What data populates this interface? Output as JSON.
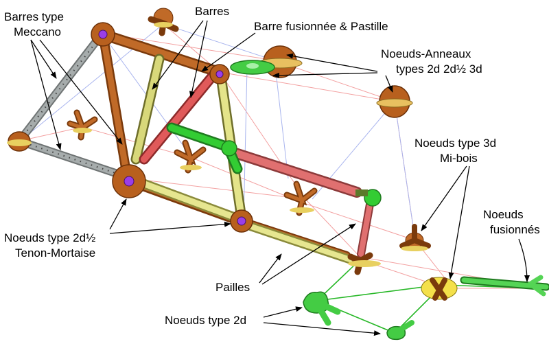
{
  "labels": {
    "meccano_line1": "Barres type",
    "meccano_line2": "Meccano",
    "barres": "Barres",
    "barre_fusionnee": "Barre fusionnée & Pastille",
    "anneaux_line1": "Noeuds-Anneaux",
    "anneaux_line2": "types 2d 2d½ 3d",
    "type3d_line1": "Noeuds type 3d",
    "type3d_line2": "Mi-bois",
    "fusionnes_line1": "Noeuds",
    "fusionnes_line2": "fusionnés",
    "tenon_line1": "Noeuds type 2d½",
    "tenon_line2": "Tenon-Mortaise",
    "pailles": "Pailles",
    "type2d": "Noeuds type 2d"
  },
  "colors": {
    "wood": "#b8601e",
    "wood_dark": "#7a3a0c",
    "meccano": "#9aa0a0",
    "straw_yellow": "#dede82",
    "bar_red": "#e05a5a",
    "bar_green": "#33cc33",
    "ring_yellow": "#f4e04a",
    "purple": "#8a2be2"
  }
}
